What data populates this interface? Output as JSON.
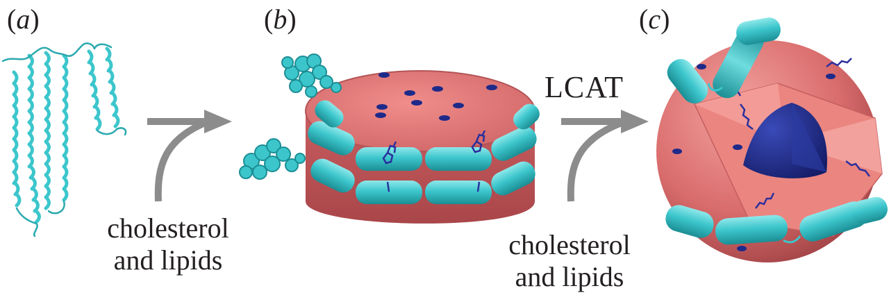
{
  "panels": [
    {
      "id": "a",
      "label_open": "(",
      "label_letter": "a",
      "label_close": ")"
    },
    {
      "id": "b",
      "label_open": "(",
      "label_letter": "b",
      "label_close": ")"
    },
    {
      "id": "c",
      "label_open": "(",
      "label_letter": "c",
      "label_close": ")"
    }
  ],
  "arrows": [
    {
      "caption_line1": "cholesterol",
      "caption_line2": "and lipids"
    },
    {
      "enzyme": "LCAT",
      "caption_line1": "cholesterol",
      "caption_line2": "and lipids"
    }
  ],
  "colors": {
    "protein": "#3cc6cc",
    "protein_dark": "#1f9aa0",
    "lipid": "#d96c6c",
    "lipid_light": "#ef8f8c",
    "lipid_dark": "#b54f52",
    "core": "#1e2a8a",
    "cholesterol": "#2b2f9c",
    "arrow": "#8c8c8c"
  }
}
